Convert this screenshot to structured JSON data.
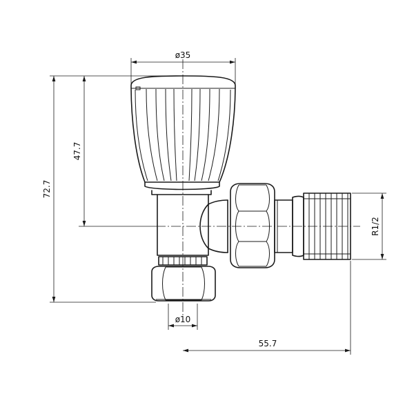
{
  "dimensions": {
    "head_diameter": "ø35",
    "pipe_diameter": "ø10",
    "height_to_axis": "47.7",
    "overall_height": "72.7",
    "overall_length": "55.7",
    "thread": "R1/2"
  }
}
